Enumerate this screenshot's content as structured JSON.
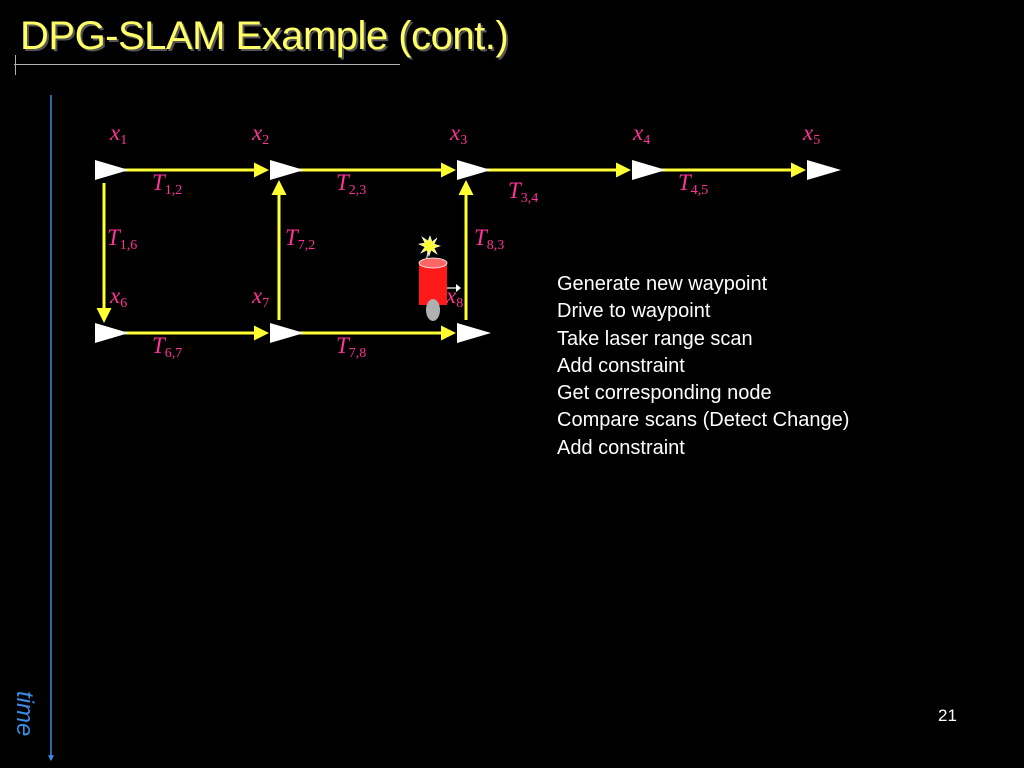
{
  "slide": {
    "title": "DPG-SLAM Example (cont.)",
    "page_number": "21",
    "time_label": "time"
  },
  "nodes": [
    {
      "id": "x1",
      "base": "x",
      "sub": "1"
    },
    {
      "id": "x2",
      "base": "x",
      "sub": "2"
    },
    {
      "id": "x3",
      "base": "x",
      "sub": "3"
    },
    {
      "id": "x4",
      "base": "x",
      "sub": "4"
    },
    {
      "id": "x5",
      "base": "x",
      "sub": "5"
    },
    {
      "id": "x6",
      "base": "x",
      "sub": "6"
    },
    {
      "id": "x7",
      "base": "x",
      "sub": "7"
    },
    {
      "id": "x8",
      "base": "x",
      "sub": "8"
    }
  ],
  "edges": [
    {
      "id": "T12",
      "from": "x1",
      "to": "x2",
      "base": "T",
      "sub": "1,2"
    },
    {
      "id": "T23",
      "from": "x2",
      "to": "x3",
      "base": "T",
      "sub": "2,3"
    },
    {
      "id": "T34",
      "from": "x3",
      "to": "x4",
      "base": "T",
      "sub": "3,4"
    },
    {
      "id": "T45",
      "from": "x4",
      "to": "x5",
      "base": "T",
      "sub": "4,5"
    },
    {
      "id": "T16",
      "from": "x1",
      "to": "x6",
      "base": "T",
      "sub": "1,6"
    },
    {
      "id": "T72",
      "from": "x7",
      "to": "x2",
      "base": "T",
      "sub": "7,2"
    },
    {
      "id": "T83",
      "from": "x8",
      "to": "x3",
      "base": "T",
      "sub": "8,3"
    },
    {
      "id": "T67",
      "from": "x6",
      "to": "x7",
      "base": "T",
      "sub": "6,7"
    },
    {
      "id": "T78",
      "from": "x7",
      "to": "x8",
      "base": "T",
      "sub": "7,8"
    }
  ],
  "steps": [
    "Generate new waypoint",
    "Drive to waypoint",
    "Take laser range scan",
    "Add constraint",
    "Get corresponding node",
    "Compare scans (Detect Change)",
    "Add constraint"
  ],
  "colors": {
    "title": "#ffff66",
    "edge": "#ffff33",
    "node": "#ffffff",
    "label": "#ff3399",
    "text": "#ffffff",
    "time_axis": "#3a8ee6",
    "robot_body": "#ff1a1a",
    "robot_wheel": "#b0b0b0",
    "background": "#000000"
  },
  "icons": {
    "robot": "robot-icon",
    "laser": "laser-burst-icon"
  }
}
